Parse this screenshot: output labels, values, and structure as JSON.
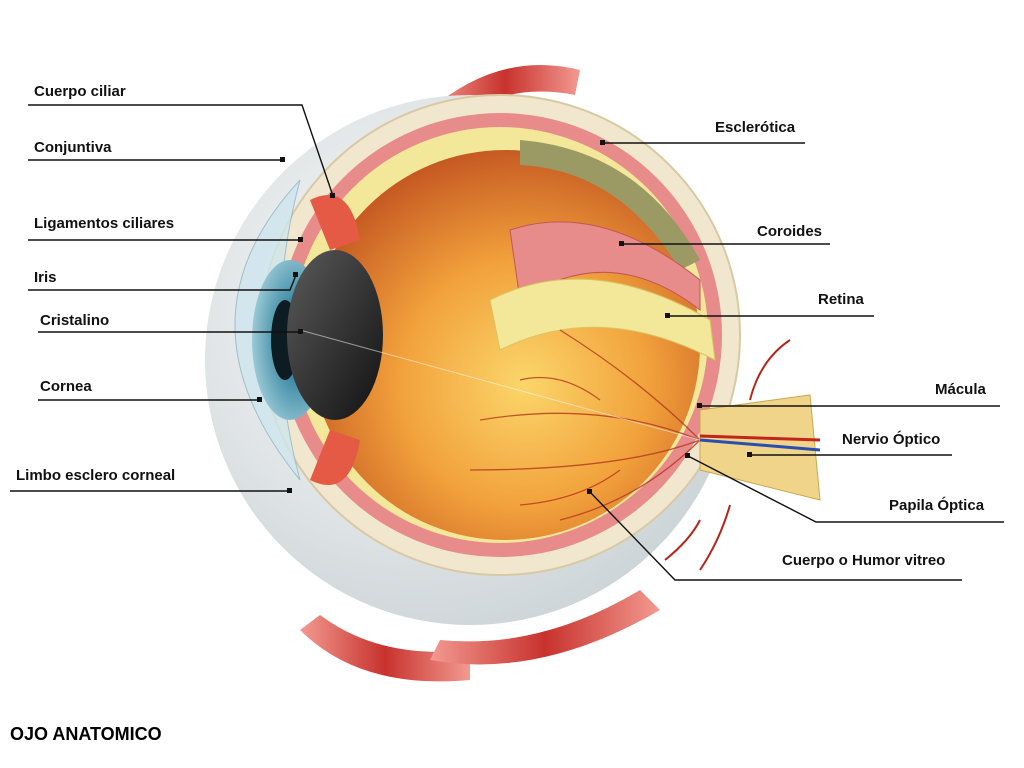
{
  "title": "OJO ANATOMICO",
  "colors": {
    "sclera": "#f1e7cf",
    "choroid": "#e88b8b",
    "retina": "#f3e79a",
    "vitreous": "#e8832d",
    "iris": "#4a9bb3",
    "muscle": "#d9413c",
    "leader": "#111111"
  },
  "labels": {
    "cuerpo_ciliar": "Cuerpo ciliar",
    "conjuntiva": "Conjuntiva",
    "ligamentos_ciliares": "Ligamentos ciliares",
    "iris": "Iris",
    "cristalino": "Cristalino",
    "cornea": "Cornea",
    "limbo": "Limbo esclero corneal",
    "esclerotica": "Esclerótica",
    "coroides": "Coroides",
    "retina": "Retina",
    "macula": "Mácula",
    "nervio_optico": "Nervio Óptico",
    "papila_optica": "Papila Óptica",
    "cuerpo_humor_vitreo": "Cuerpo o Humor vitreo"
  }
}
